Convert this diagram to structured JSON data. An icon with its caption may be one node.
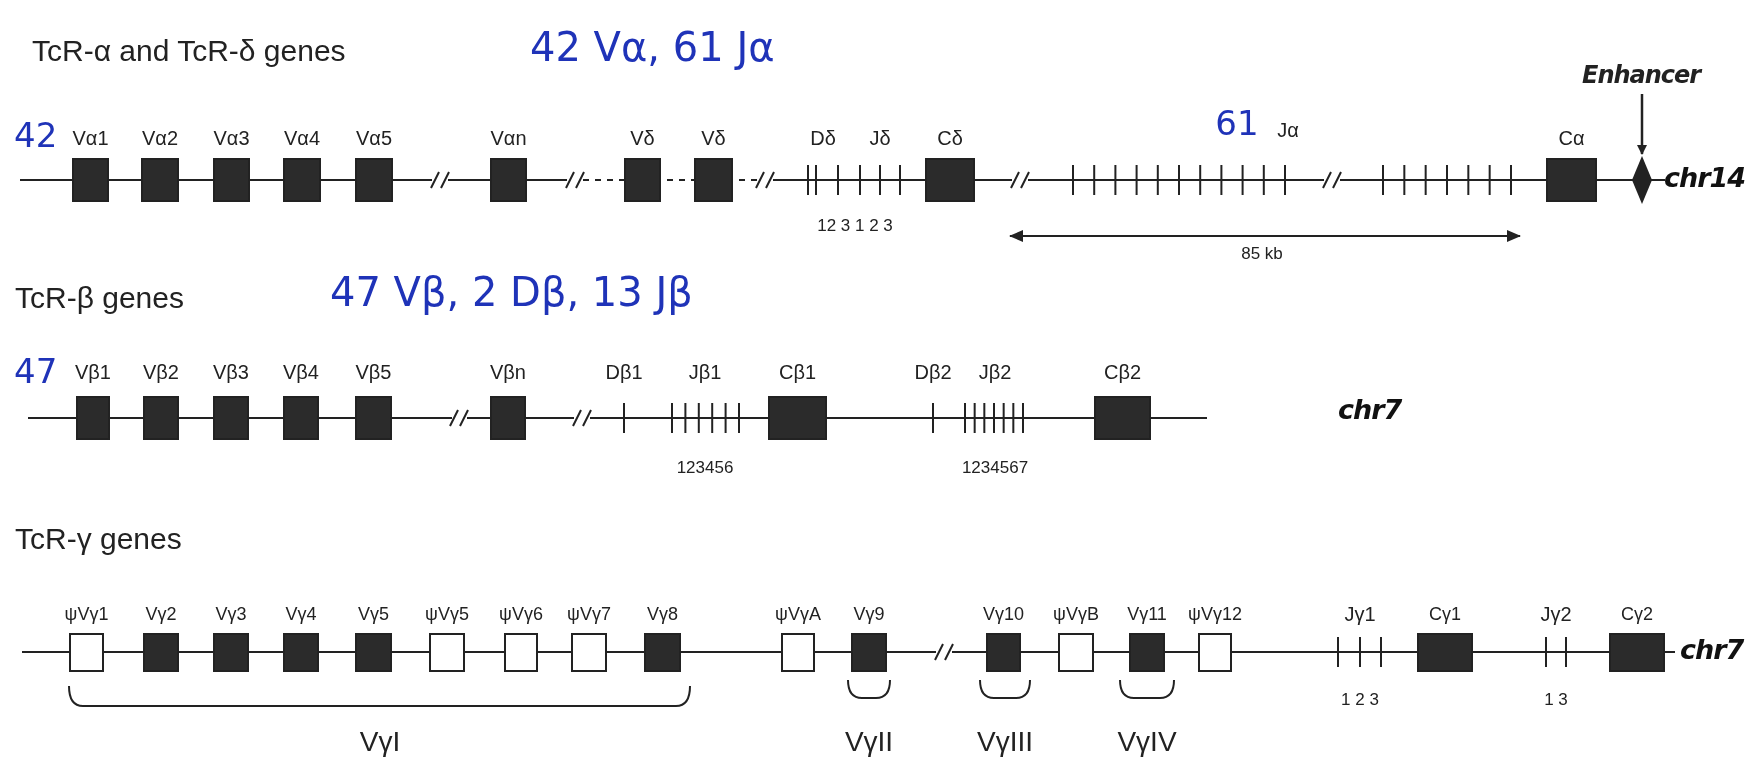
{
  "diagram": {
    "nodes": [
      {
        "text": [
          "Vα1"
        ]
      },
      {
        "text": [
          "Vα2"
        ]
      },
      {
        "text": [
          "Vα3"
        ]
      },
      {
        "text": [
          "Vα4"
        ]
      },
      {
        "text": [
          "Vα5"
        ]
      },
      {
        "text": [
          "Vαn"
        ]
      },
      {
        "text": [
          "Vδ"
        ]
      },
      {
        "text": [
          "Vδ"
        ]
      },
      {
        "text": [
          "Cδ"
        ]
      },
      {
        "text": [
          "Cα"
        ]
      },
      {
        "text": [
          "Enhancer"
        ]
      },
      {
        "text": [],
        "shape": "diamond"
      },
      {
        "text": [
          "Vβ1"
        ]
      },
      {
        "text": [
          "Vβ2"
        ]
      },
      {
        "text": [
          "Vβ3"
        ]
      },
      {
        "text": [
          "Vβ4"
        ]
      },
      {
        "text": [
          "Vβ5"
        ]
      },
      {
        "text": [
          "Vβn"
        ]
      },
      {
        "text": [
          "Cβ1"
        ]
      },
      {
        "text": [
          "Cβ2"
        ]
      },
      {
        "text": [
          "ψVγ1"
        ]
      },
      {
        "text": [
          "Vγ2"
        ]
      },
      {
        "text": [
          "Vγ3"
        ]
      },
      {
        "text": [
          "Vγ4"
        ]
      },
      {
        "text": [
          "Vγ5"
        ]
      },
      {
        "text": [
          "ψVγ5"
        ]
      },
      {
        "text": [
          "ψVγ6"
        ]
      },
      {
        "text": [
          "ψVγ7"
        ]
      },
      {
        "text": [
          "Vγ8"
        ]
      },
      {
        "text": [
          "ψVγA"
        ]
      },
      {
        "text": [
          "Vγ9"
        ]
      },
      {
        "text": [
          "Vγ10"
        ]
      },
      {
        "text": [
          "ψVγB"
        ]
      },
      {
        "text": [
          "Vγ11"
        ]
      },
      {
        "text": [
          "ψVγ12"
        ]
      },
      {
        "text": [
          "Cγ1"
        ]
      },
      {
        "text": [
          "Cγ2"
        ]
      }
    ],
    "edges": [
      {
        "from": 10,
        "to": 11,
        "arrow": "to"
      }
    ],
    "labels": [
      "TcR-α and TcR-δ genes",
      "42 Vα, 61 Jα",
      "42",
      "Dδ",
      "Jδ",
      "61",
      "Jα",
      "12 3 1 2 3",
      "85 kb",
      "chr14",
      "TcR-β genes",
      "47 Vβ, 2 Dβ, 13 Jβ",
      "47",
      "Dβ1",
      "Jβ1",
      "Dβ2",
      "Jβ2",
      "123456",
      "1234567",
      "chr7",
      "TcR-γ genes",
      "Jγ1",
      "Jγ2",
      "1 2 3",
      "1 3",
      "VγI",
      "VγII",
      "VγIII",
      "VγIV",
      "chr7"
    ]
  }
}
